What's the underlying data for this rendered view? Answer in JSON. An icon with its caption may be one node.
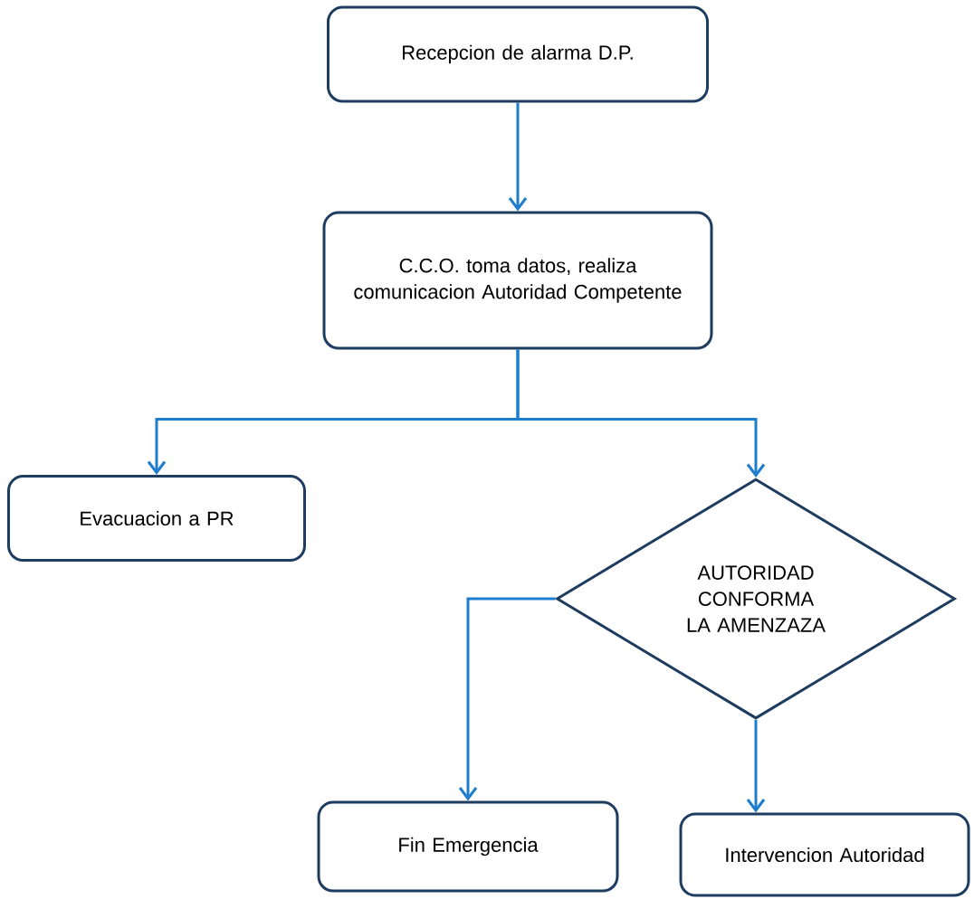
{
  "diagram": {
    "nodes": [
      {
        "text": [
          "Recepcion de alarma D.P."
        ]
      },
      {
        "text": [
          "C.C.O. toma datos, realiza comunicacion Autoridad Competente"
        ]
      },
      {
        "text": [
          "Evacuacion a PR"
        ]
      },
      {
        "text": [
          "AUTORIDAD CONFORMA LA AMENZAZA"
        ]
      },
      {
        "text": [
          "Fin Emergencia"
        ]
      },
      {
        "text": [
          "Intervencion Autoridad"
        ]
      }
    ],
    "edges": [
      {
        "from": 0,
        "to": 1,
        "arrow": "to"
      },
      {
        "from": 1,
        "to": 2,
        "arrow": "to"
      },
      {
        "from": 1,
        "to": 3,
        "arrow": "to"
      },
      {
        "from": 3,
        "to": 4,
        "arrow": "to"
      },
      {
        "from": 3,
        "to": 5,
        "arrow": "to"
      }
    ]
  }
}
